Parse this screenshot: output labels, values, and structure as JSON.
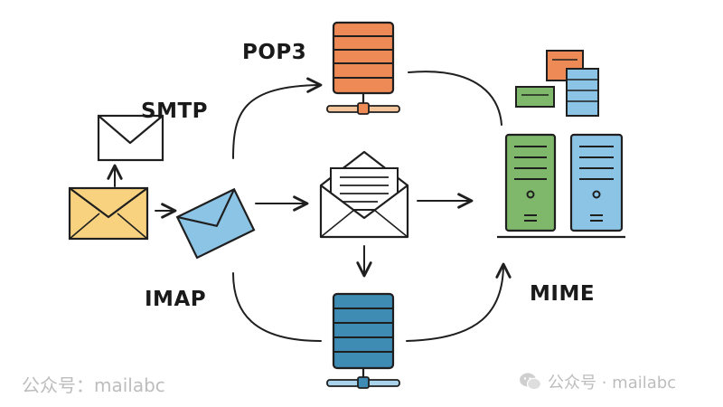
{
  "labels": {
    "smtp": "SMTP",
    "pop3": "POP3",
    "imap": "IMAP",
    "mime": "MIME"
  },
  "watermark": {
    "left": "公众号：mailabc",
    "right": "公众号 · mailabc",
    "icon": "wechat-icon"
  },
  "colors": {
    "envelope_yellow": "#F9D27F",
    "envelope_blue": "#8CC4E6",
    "server_orange": "#EE8A55",
    "server_teal": "#3E8BB3",
    "tower_green": "#7FB86B",
    "tower_blue": "#8CC4E6",
    "stroke": "#1f1f1f"
  }
}
